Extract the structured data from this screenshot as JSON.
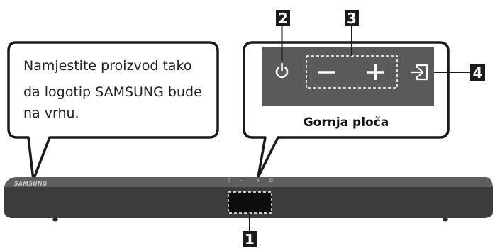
{
  "callout": {
    "lines": [
      "Namjestite proizvod tako",
      "da logotip SAMSUNG bude",
      "na vrhu."
    ]
  },
  "panel": {
    "label": "Gornja ploča"
  },
  "device": {
    "logo": "SAMSUNG"
  },
  "badges": {
    "b1": "1",
    "b2": "2",
    "b3": "3",
    "b4": "4"
  },
  "colors": {
    "badge_bg": "#1a1a1a",
    "panel_bg": "#5a5a5a",
    "bar_front": "#3c3c3c",
    "bar_top": "#5e5e5e",
    "icon": "#ffffff"
  },
  "icons": [
    "power-icon",
    "volume-down-icon",
    "volume-up-icon",
    "source-input-icon"
  ]
}
